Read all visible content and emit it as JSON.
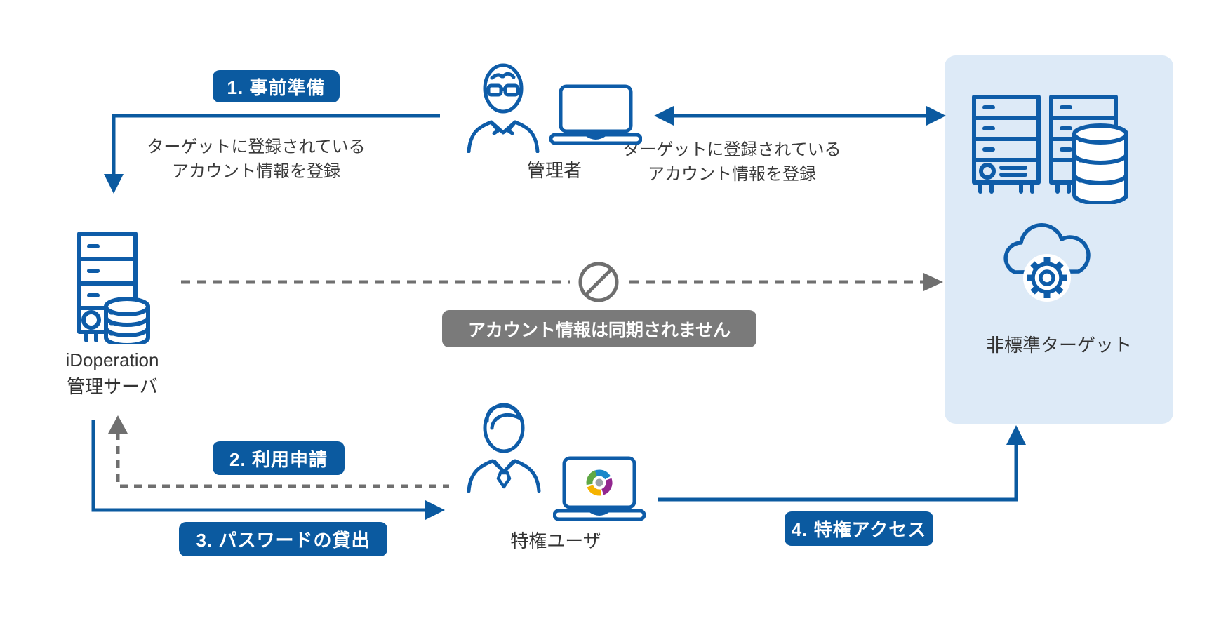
{
  "diagram": {
    "title_context": "iDoperation privileged access flow",
    "steps": [
      {
        "label": "1. 事前準備"
      },
      {
        "label": "2. 利用申請"
      },
      {
        "label": "3. パスワードの貸出"
      },
      {
        "label": "4. 特権アクセス"
      }
    ],
    "captions": {
      "register_left_line1": "ターゲットに登録されている",
      "register_left_line2": "アカウント情報を登録",
      "register_right_line1": "ターゲットに登録されている",
      "register_right_line2": "アカウント情報を登録",
      "no_sync": "アカウント情報は同期されません"
    },
    "labels": {
      "admin": "管理者",
      "management_server_line1": "iDoperation",
      "management_server_line2": "管理サーバ",
      "privileged_user": "特権ユーザ",
      "nonstandard_target": "非標準ターゲット"
    },
    "icons": [
      "admin-person-icon",
      "laptop-icon",
      "management-server-icon",
      "privileged-user-icon",
      "laptop-logo-icon",
      "target-servers-icon",
      "cloud-gear-icon",
      "prohibition-icon"
    ],
    "colors": {
      "primary_blue": "#0b5aa0",
      "icon_blue": "#0e5ca8",
      "target_box_bg": "#ddeaf7",
      "connector_gray": "#6f6f6f",
      "no_sync_bg": "#7a7a7a",
      "text_dark": "#333333",
      "logo_green": "#5fa845",
      "logo_blue": "#1b87c9",
      "logo_purple": "#92278f",
      "logo_yellow": "#f5b300",
      "logo_center_gray": "#9aa0a6"
    }
  }
}
